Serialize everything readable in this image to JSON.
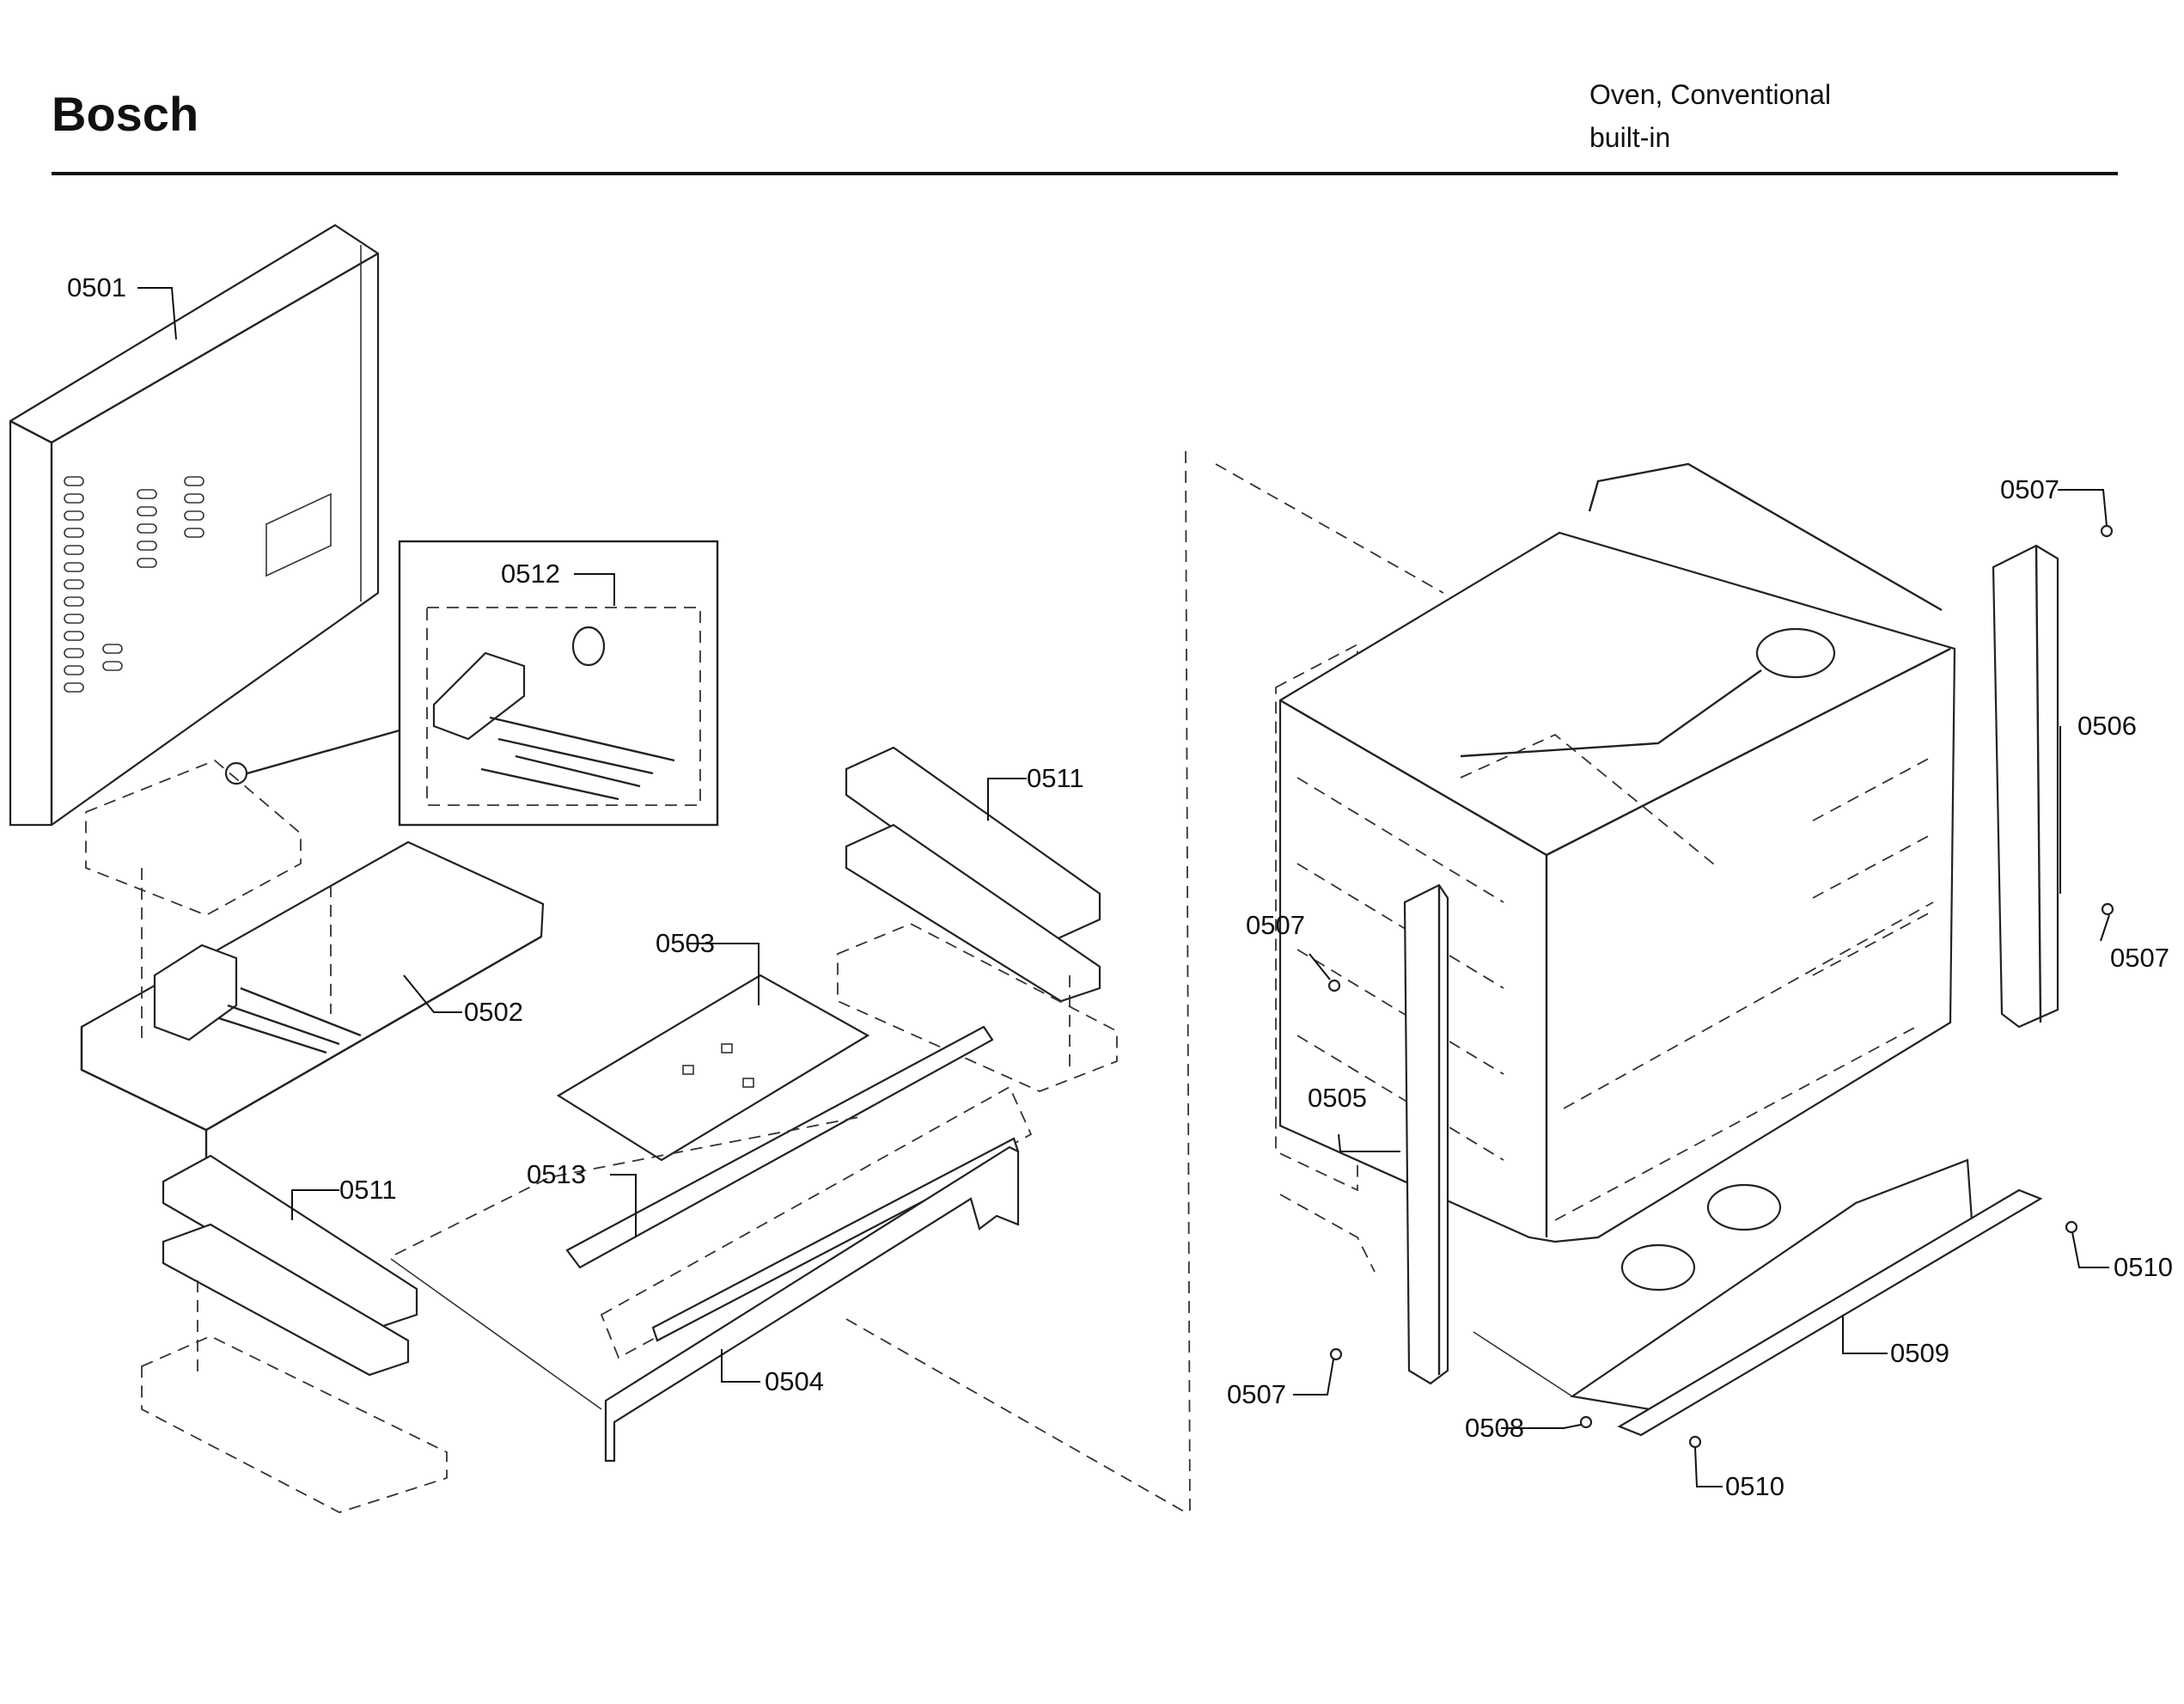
{
  "header": {
    "brand": "Bosch",
    "model_line1": "Oven, Conventional",
    "model_line2": "built-in"
  },
  "callouts": {
    "c0501": "0501",
    "c0502": "0502",
    "c0503": "0503",
    "c0504": "0504",
    "c0505": "0505",
    "c0506": "0506",
    "c0507a": "0507",
    "c0507b": "0507",
    "c0507c": "0507",
    "c0507d": "0507",
    "c0508": "0508",
    "c0509": "0509",
    "c0510a": "0510",
    "c0510b": "0510",
    "c0511a": "0511",
    "c0511b": "0511",
    "c0512": "0512",
    "c0513": "0513"
  }
}
